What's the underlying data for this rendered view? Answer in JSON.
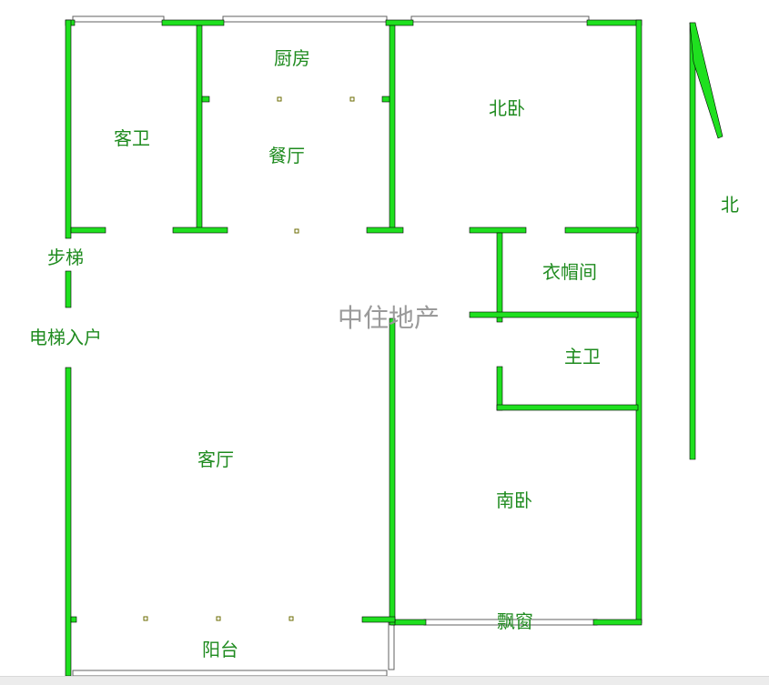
{
  "colors": {
    "wall": "#1fe01f",
    "wall_stroke": "#000000",
    "label": "#1f8b1f",
    "window": "#606060",
    "watermark": "#9a9a9a",
    "background": "#ffffff"
  },
  "rooms": {
    "kitchen": "厨房",
    "guest_bath": "客卫",
    "dining": "餐厅",
    "north_bedroom": "北卧",
    "closet": "衣帽间",
    "master_bath": "主卫",
    "living": "客厅",
    "south_bedroom": "南卧",
    "balcony": "阳台"
  },
  "labels": {
    "stairs": "步梯",
    "elevator_entry": "电梯入户",
    "bay_window": "飘窗",
    "north": "北"
  },
  "watermark": "中住地产",
  "icons": {
    "compass": "north-arrow-icon"
  }
}
